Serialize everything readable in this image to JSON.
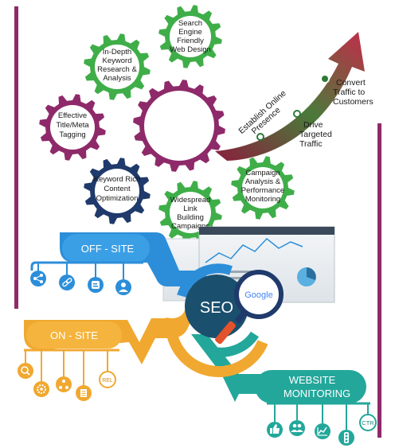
{
  "gears": {
    "search_engine": [
      "Search",
      "Engine",
      "Friendly",
      "Web Design"
    ],
    "keyword_research": [
      "In-Depth",
      "Keyword",
      "Research &",
      "Analysis"
    ],
    "effective_title": [
      "Effective",
      "Title/Meta",
      "Tagging"
    ],
    "keyword_rich": [
      "Keyword Rich",
      "Content",
      "Optimization"
    ],
    "link_building": [
      "Widespread",
      "Link",
      "Building",
      "Campaigns"
    ],
    "campaign_analysis": [
      "Campaign",
      "Analysis &",
      "Performance",
      "Monitoring"
    ]
  },
  "arrow": {
    "establish": [
      "Establish Online",
      "Presence"
    ],
    "drive": [
      "Drive",
      "Targeted",
      "Traffic"
    ],
    "convert": [
      "Convert",
      "Traffic to",
      "Customers"
    ]
  },
  "sections": {
    "off_site": "OFF - SITE",
    "on_site": "ON - SITE",
    "monitoring": [
      "WEBSITE",
      "MONITORING"
    ],
    "seo": "SEO"
  },
  "icons": {
    "off_site": [
      "share-icon",
      "link-icon",
      "blogger-icon",
      "user-icon"
    ],
    "on_site": [
      "search-icon",
      "settings-icon",
      "sitemap-icon",
      "document-icon",
      "rel-icon"
    ],
    "monitoring": [
      "thumbs-up-icon",
      "users-icon",
      "chart-icon",
      "traffic-light-icon",
      "ctr-icon"
    ],
    "rel_label": "REL",
    "ctr_label": "CTR"
  },
  "search_logo": "Google",
  "colors": {
    "purple": "#8e2a69",
    "green": "#3fae49",
    "navy": "#1f3a6b",
    "blue": "#2c8ed9",
    "orange": "#f0a830",
    "teal": "#23a79b",
    "seo_circle": "#1b4f6e",
    "arrow_red": "#c0244a"
  }
}
